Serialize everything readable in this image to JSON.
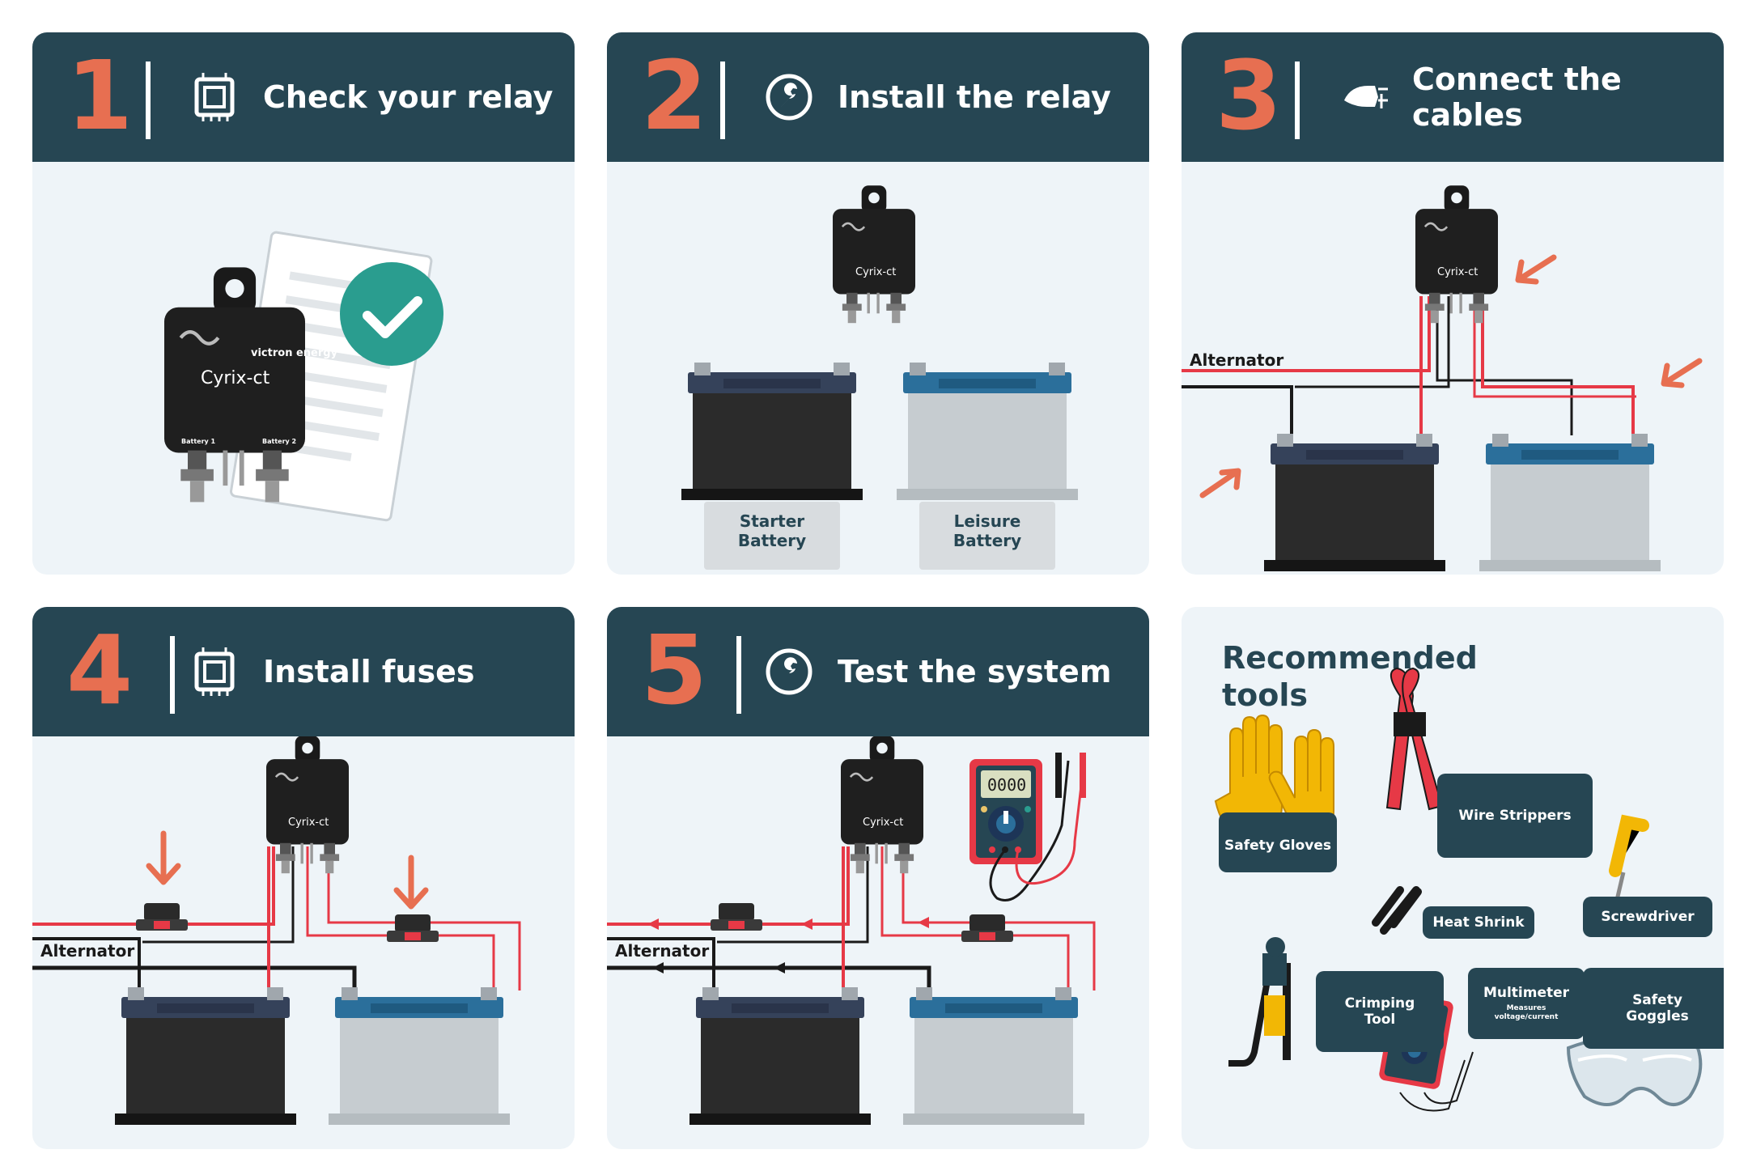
{
  "colors": {
    "header": "#264653",
    "accent": "#e76f51",
    "panel": "#eef4f8",
    "check": "#2a9d8f",
    "wire": "#e63946",
    "label_bg": "#d8dcdf"
  },
  "steps": [
    {
      "number": "1",
      "title": "Check your relay",
      "icon": "chip-icon"
    },
    {
      "number": "2",
      "title": "Install the relay",
      "icon": "wrench-icon"
    },
    {
      "number": "3",
      "title": "Connect the cables",
      "icon": "plug-icon"
    },
    {
      "number": "4",
      "title": "Install fuses",
      "icon": "chip-icon"
    },
    {
      "number": "5",
      "title": "Test the system",
      "icon": "wrench-icon"
    }
  ],
  "relay": {
    "brand": "victron energy",
    "model": "Cyrix-ct",
    "terminal1": "Battery 1",
    "terminal2": "Battery 2"
  },
  "batteries": {
    "starter": "Starter Battery",
    "leisure": "Leisure Battery"
  },
  "wiring": {
    "alternator": "Alternator"
  },
  "multimeter_display": "0000",
  "tools": {
    "title": "Recommended tools",
    "items": [
      {
        "name": "Safety Gloves"
      },
      {
        "name": "Wire Strippers"
      },
      {
        "name": "Heat Shrink"
      },
      {
        "name": "Screwdriver"
      },
      {
        "name": "Crimping Tool"
      },
      {
        "name": "Multimeter",
        "note": "Measures voltage/current"
      },
      {
        "name": "Safety Goggles"
      }
    ]
  }
}
